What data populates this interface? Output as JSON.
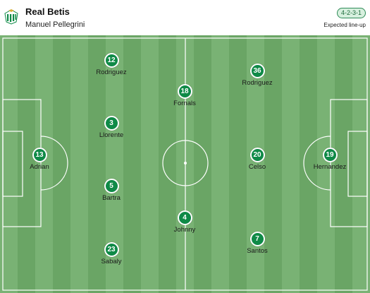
{
  "team": {
    "name": "Real Betis",
    "coach": "Manuel Pellegrini",
    "formation": "4-2-3-1",
    "lineup_label": "Expected line-up",
    "crest_icon": "betis-crest-icon"
  },
  "colors": {
    "pitch_light": "#79b274",
    "pitch_dark": "#6aa565",
    "badge": "#0f8a47",
    "formation_border": "#2e8b57"
  },
  "players": [
    {
      "number": "12",
      "name": "Rodriguez"
    },
    {
      "number": "3",
      "name": "Llorente"
    },
    {
      "number": "5",
      "name": "Bartra"
    },
    {
      "number": "23",
      "name": "Sabaly"
    },
    {
      "number": "18",
      "name": "Fornals"
    },
    {
      "number": "4",
      "name": "Johnny"
    },
    {
      "number": "36",
      "name": "Rodriguez"
    },
    {
      "number": "20",
      "name": "Celso"
    },
    {
      "number": "7",
      "name": "Santos"
    },
    {
      "number": "13",
      "name": "Adrian"
    },
    {
      "number": "19",
      "name": "Hernandez"
    }
  ]
}
